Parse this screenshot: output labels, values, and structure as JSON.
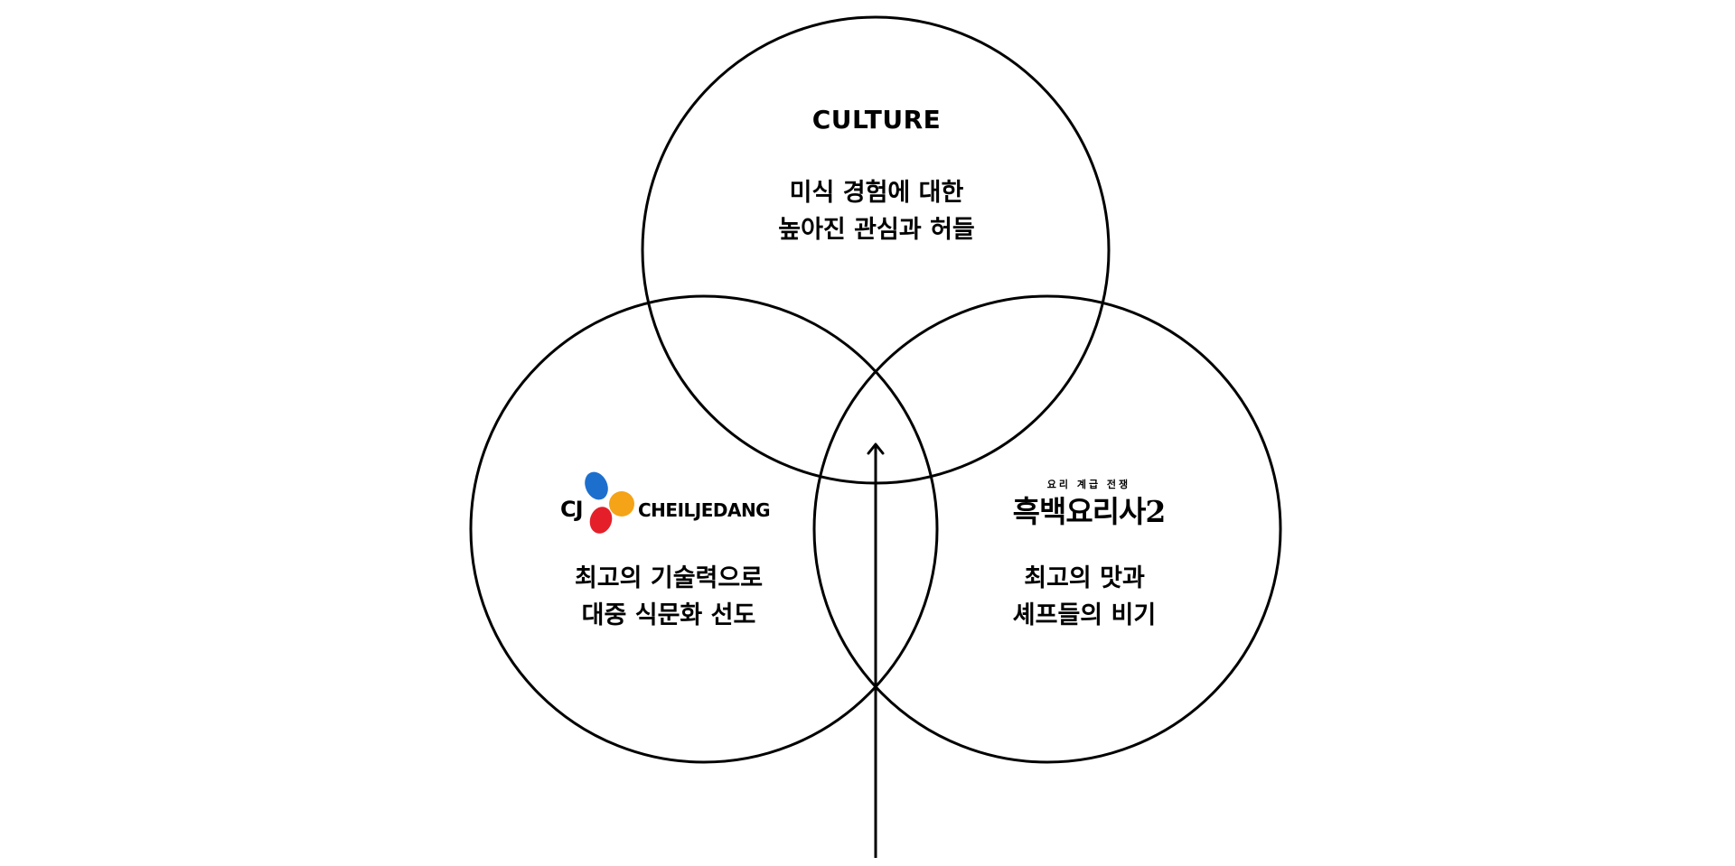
{
  "diagram": {
    "culture": {
      "title": "CULTURE",
      "line1": "미식 경험에 대한",
      "line2": "높아진 관심과 허들"
    },
    "brand": {
      "logo_letters": "CJ",
      "logo_company": "CHEILJEDANG",
      "line1": "최고의 기술력으로",
      "line2": "대중 식문화 선도"
    },
    "show": {
      "logo_subtitle": "요리 계급 전쟁",
      "logo_title": "흑백요리사2",
      "line1": "최고의 맛과",
      "line2": "셰프들의 비기"
    }
  },
  "colors": {
    "stroke": "#000000",
    "background": "#ffffff",
    "cj_blue": "#1d6fce",
    "cj_orange": "#f5a317",
    "cj_red": "#e51f2a"
  },
  "icons": {
    "arrow": "arrow-up-icon",
    "cj_mark": "cj-petal-icon"
  }
}
